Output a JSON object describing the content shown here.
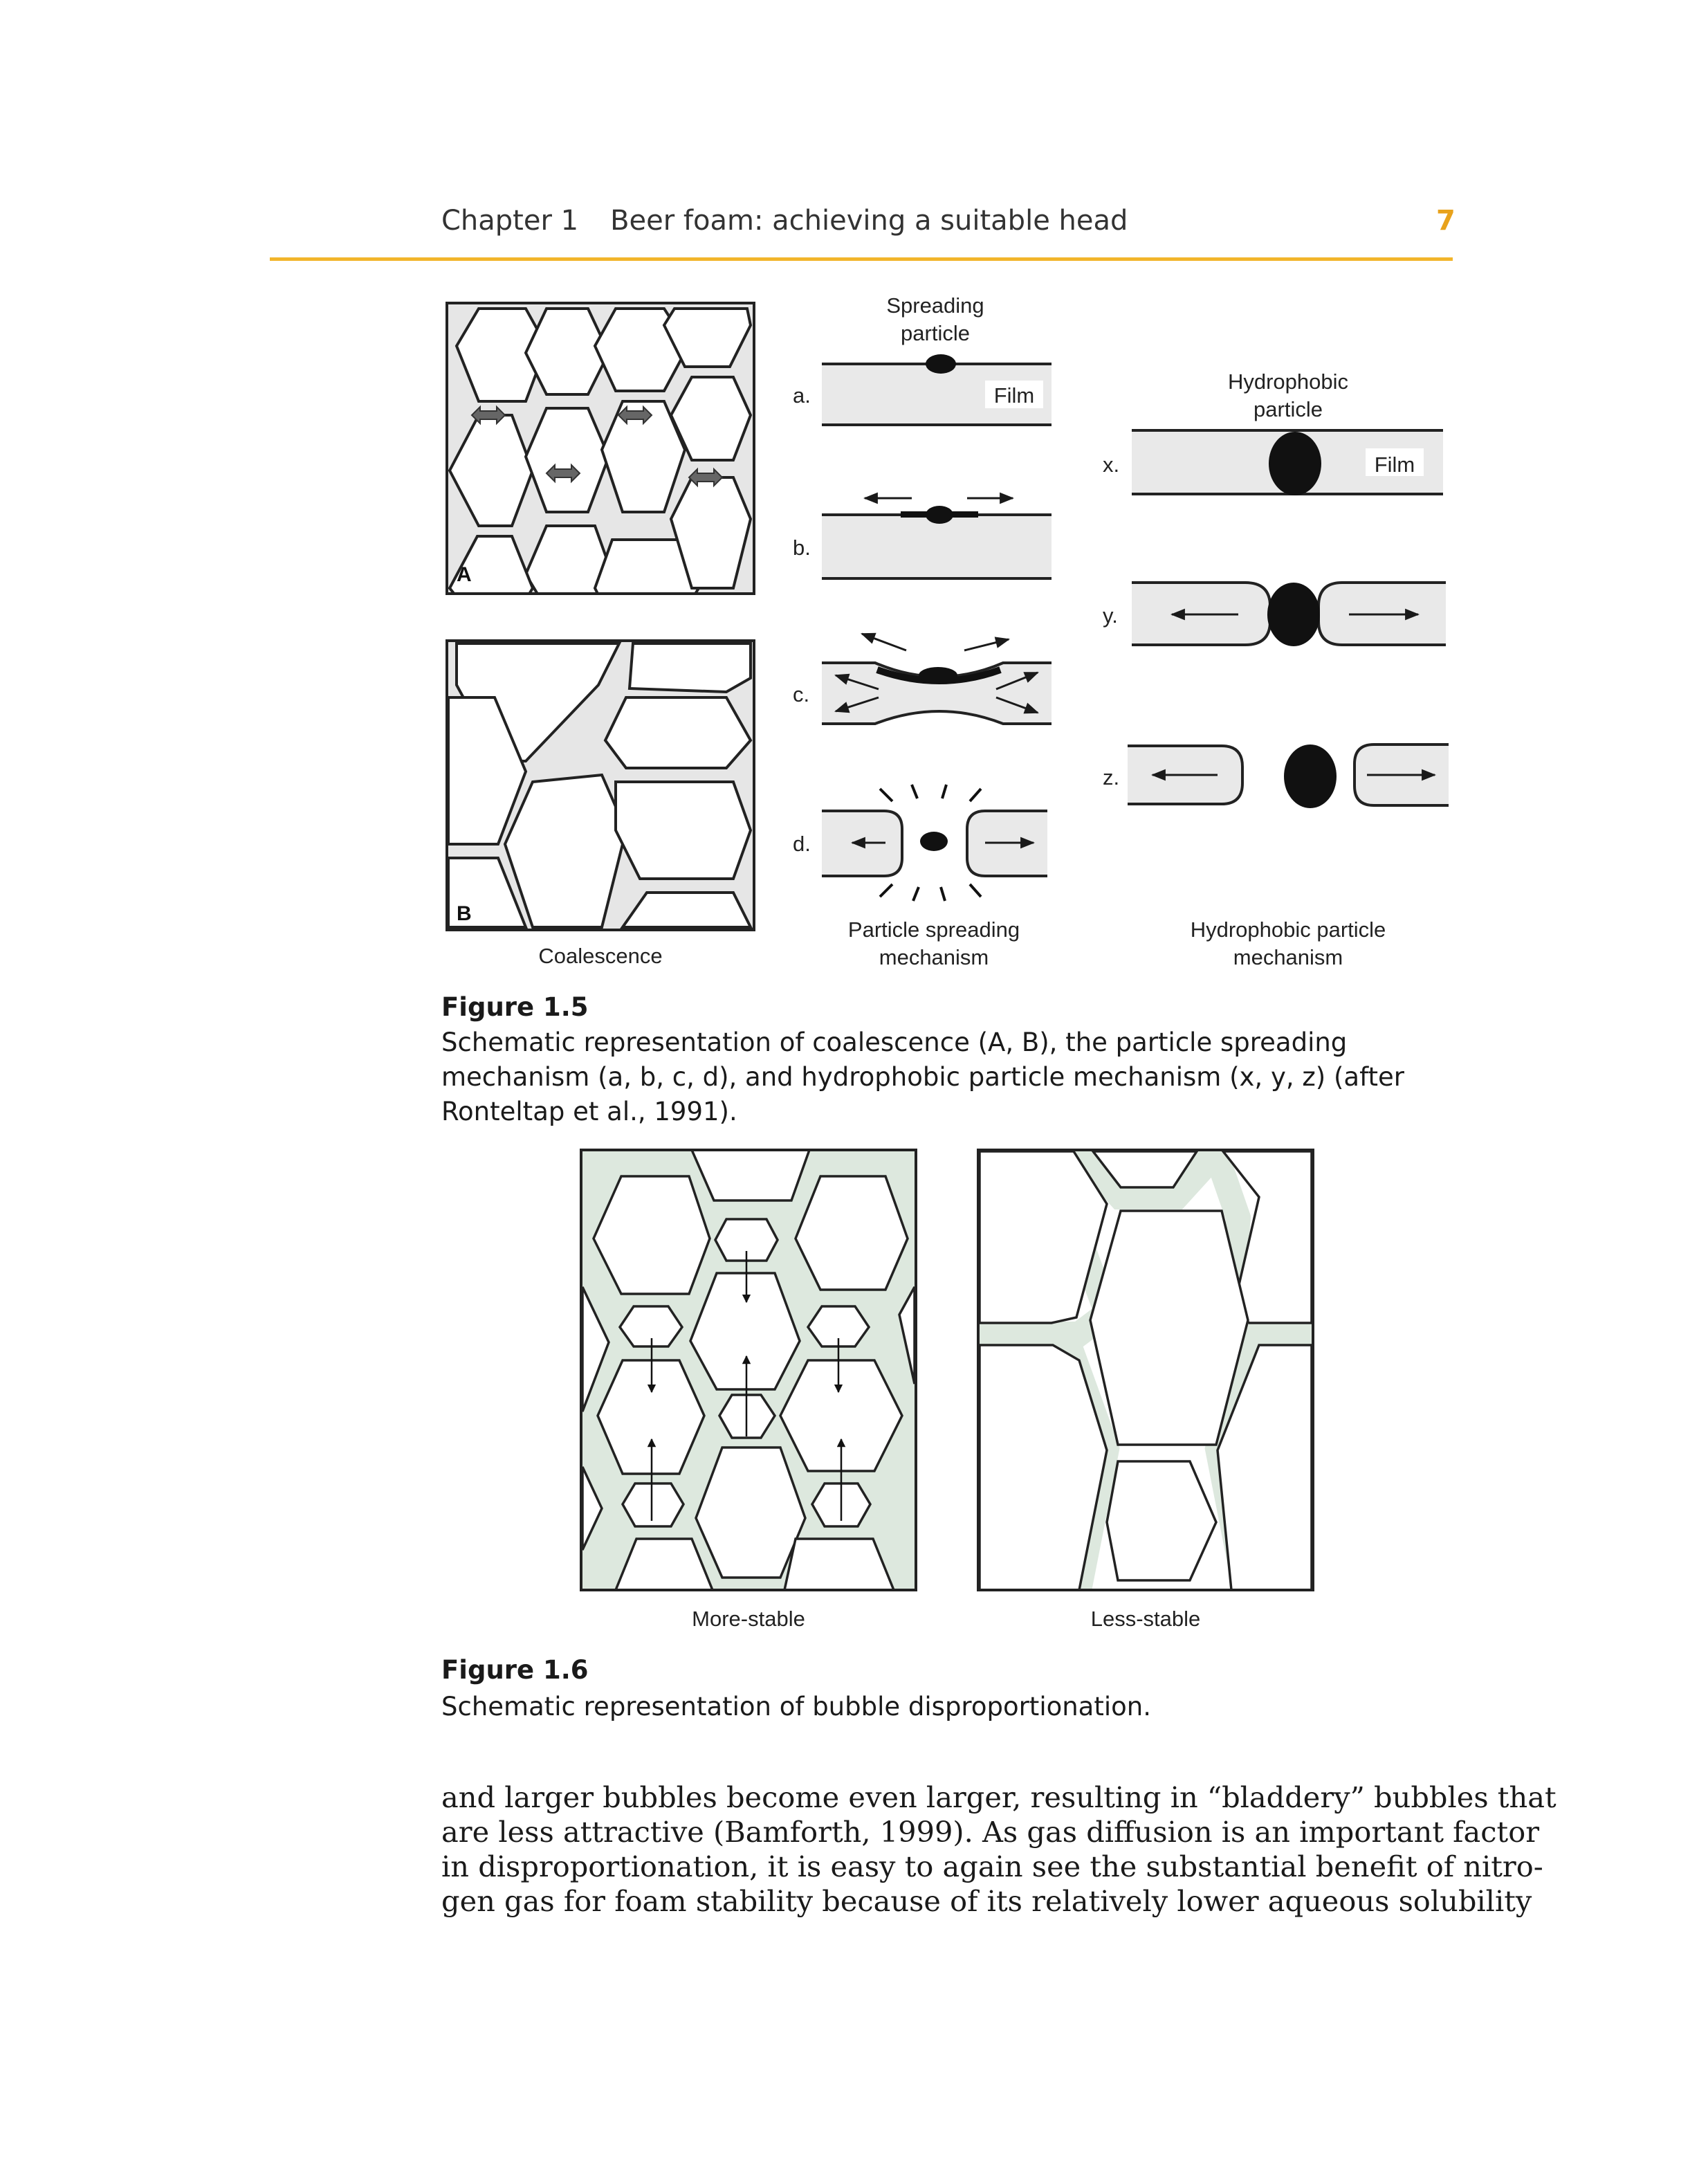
{
  "header": {
    "chapter_label": "Chapter 1",
    "chapter_title": "Beer foam: achieving a suitable head",
    "page_number": "7"
  },
  "figure15": {
    "panel_labels": {
      "A": "A",
      "B": "B"
    },
    "coalescence_label": "Coalescence",
    "spreading_particle_label": [
      "Spreading",
      "particle"
    ],
    "film_label": "Film",
    "step_labels": [
      "a.",
      "b.",
      "c.",
      "d."
    ],
    "particle_spreading_label": [
      "Particle spreading",
      "mechanism"
    ],
    "hydrophobic_particle_label": [
      "Hydrophobic",
      "particle"
    ],
    "hydro_step_labels": [
      "x.",
      "y.",
      "z."
    ],
    "hydrophobic_mechanism_label": [
      "Hydrophobic particle",
      "mechanism"
    ],
    "caption_title": "Figure 1.5",
    "caption_text": "Schematic representation of coalescence (A, B), the particle spreading mechanism (a, b, c, d), and hydrophobic particle mechanism (x, y, z) (after Ronteltap et al., 1991)."
  },
  "figure16": {
    "more_stable_label": "More-stable",
    "less_stable_label": "Less-stable",
    "caption_title": "Figure 1.6",
    "caption_text": "Schematic representation of bubble disproportionation."
  },
  "body": {
    "lines": [
      "and larger bubbles become even larger, resulting in “bladdery” bubbles that",
      "are less attractive (Bamforth, 1999). As gas diffusion is an important factor",
      "in disproportionation, it is easy to again see the substantial benefit of nitro-",
      "gen gas for foam stability because of its relatively lower aqueous solubility"
    ]
  },
  "colors": {
    "accent": "#f2b52b",
    "film_fill": "#e9e9e9",
    "foam_fill": "#dde8de",
    "ink": "#1a1a1a"
  }
}
